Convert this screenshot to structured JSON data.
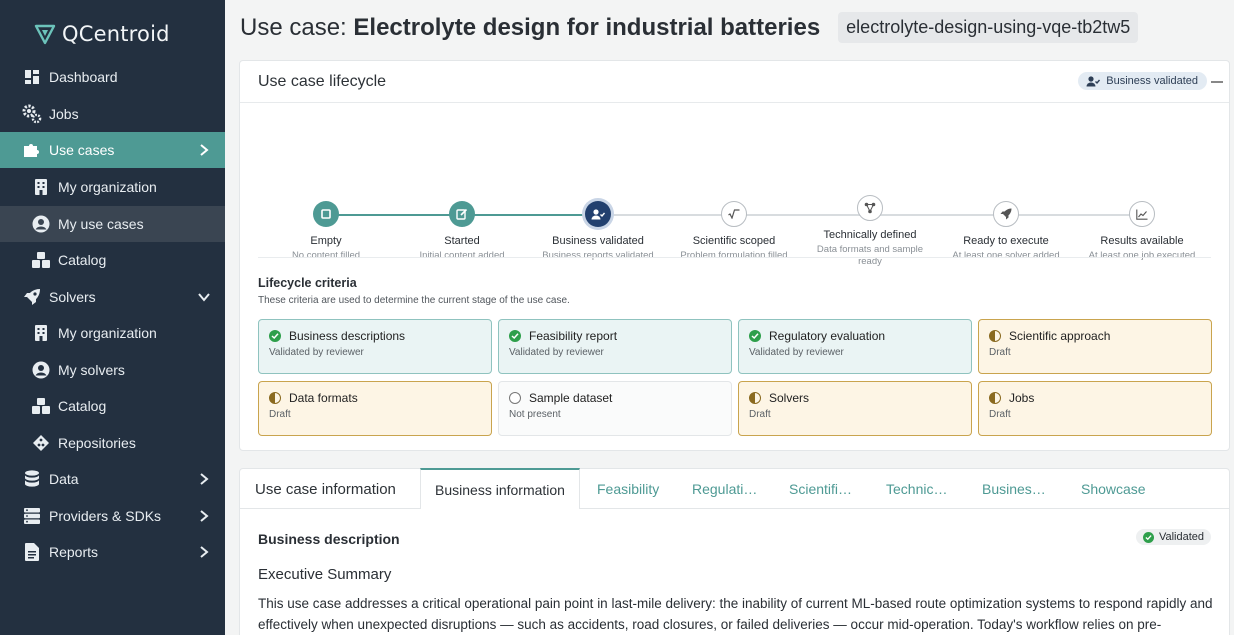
{
  "app": {
    "name": "QCentroid"
  },
  "sidebar": {
    "items": [
      {
        "label": "Dashboard",
        "icon": "dashboard-icon"
      },
      {
        "label": "Jobs",
        "icon": "gears-icon"
      },
      {
        "label": "Use cases",
        "icon": "puzzle-icon"
      },
      {
        "label": "My organization",
        "icon": "building-icon"
      },
      {
        "label": "My use cases",
        "icon": "user-circle-icon"
      },
      {
        "label": "Catalog",
        "icon": "cubes-icon"
      },
      {
        "label": "Solvers",
        "icon": "rocket-icon"
      },
      {
        "label": "My organization",
        "icon": "building-icon"
      },
      {
        "label": "My solvers",
        "icon": "user-circle-icon"
      },
      {
        "label": "Catalog",
        "icon": "cubes-icon"
      },
      {
        "label": "Repositories",
        "icon": "diamond-icon"
      },
      {
        "label": "Data",
        "icon": "database-icon"
      },
      {
        "label": "Providers & SDKs",
        "icon": "server-icon"
      },
      {
        "label": "Reports",
        "icon": "document-icon"
      }
    ]
  },
  "header": {
    "prefix": "Use case: ",
    "title": "Electrolyte design for industrial batteries",
    "slug": "electrolyte-design-using-vqe-tb2tw5"
  },
  "lifecycle": {
    "title": "Use case lifecycle",
    "status": "Business validated",
    "steps": [
      {
        "title": "Empty",
        "sub": "No content filled",
        "state": "done"
      },
      {
        "title": "Started",
        "sub": "Initial content added",
        "state": "done"
      },
      {
        "title": "Business validated",
        "sub": "Business reports validated",
        "state": "current"
      },
      {
        "title": "Scientific scoped",
        "sub": "Problem formulation filled",
        "state": "todo"
      },
      {
        "title": "Technically defined",
        "sub": "Data formats and sample ready",
        "state": "todo"
      },
      {
        "title": "Ready to execute",
        "sub": "At least one solver added",
        "state": "todo"
      },
      {
        "title": "Results available",
        "sub": "At least one job executed",
        "state": "todo"
      }
    ],
    "criteria_title": "Lifecycle criteria",
    "criteria_desc": "These criteria are used to determine the current stage of the use case.",
    "criteria": [
      {
        "title": "Business descriptions",
        "status": "Validated by reviewer",
        "kind": "validated"
      },
      {
        "title": "Feasibility report",
        "status": "Validated by reviewer",
        "kind": "validated"
      },
      {
        "title": "Regulatory evaluation",
        "status": "Validated by reviewer",
        "kind": "validated"
      },
      {
        "title": "Scientific approach",
        "status": "Draft",
        "kind": "draft"
      },
      {
        "title": "Data formats",
        "status": "Draft",
        "kind": "draft"
      },
      {
        "title": "Sample dataset",
        "status": "Not present",
        "kind": "none"
      },
      {
        "title": "Solvers",
        "status": "Draft",
        "kind": "draft"
      },
      {
        "title": "Jobs",
        "status": "Draft",
        "kind": "draft"
      }
    ]
  },
  "info": {
    "label": "Use case information",
    "tabs": [
      "Business information",
      "Feasibility",
      "Regulati…",
      "Scientifi…",
      "Technic…",
      "Busines…",
      "Showcase"
    ],
    "section_title": "Business description",
    "section_status": "Validated",
    "subheading": "Executive Summary",
    "paragraph": "This use case addresses a critical operational pain point in last-mile delivery: the inability of current ML-based route optimization systems to respond rapidly and effectively when unexpected disruptions — such as accidents, road closures, or failed deliveries — occur mid-operation. Today's workflow relies on pre-"
  },
  "colors": {
    "teal": "#4e9a94",
    "navy": "#22406e",
    "sidebar": "#233040",
    "draft": "#c9a44e",
    "check": "#2e9f4b"
  }
}
